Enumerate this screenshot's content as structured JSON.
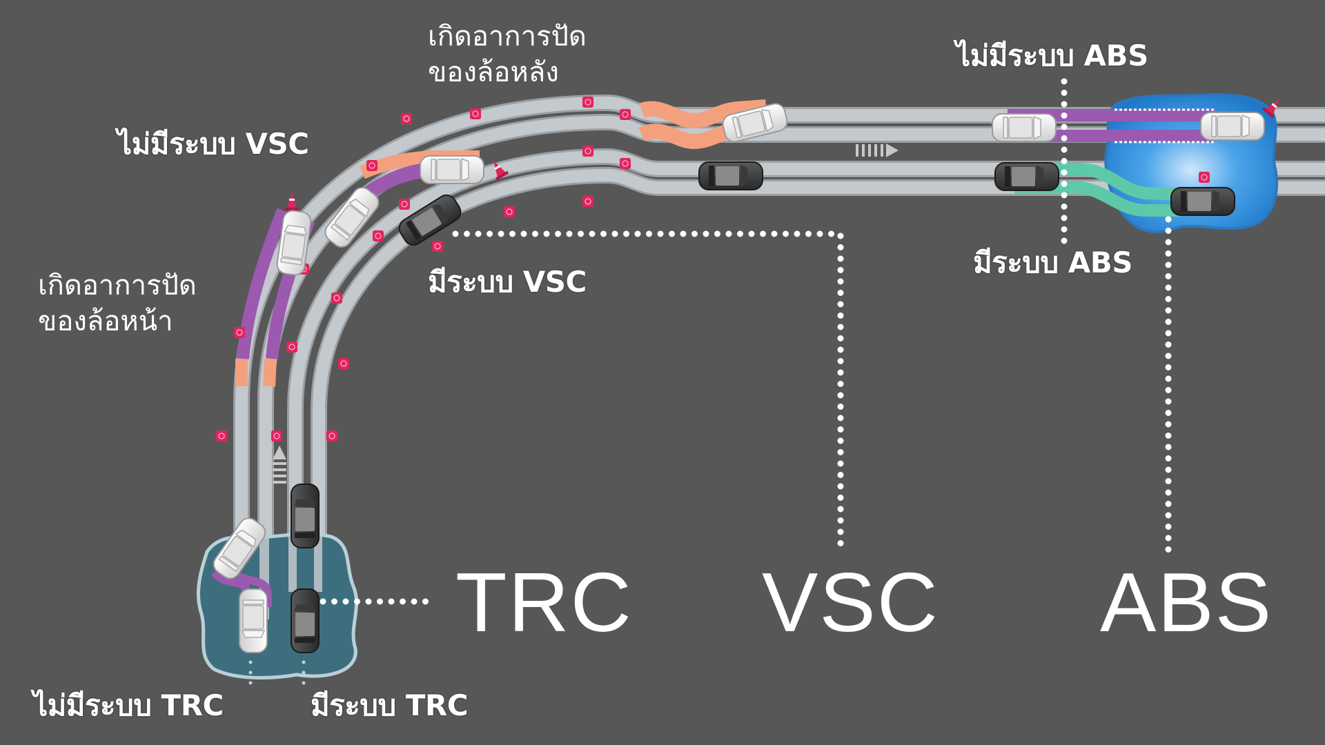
{
  "diagram": {
    "background_color": "#575757",
    "colors": {
      "road": "#c3c9cd",
      "road_edge": "#9aa0a4",
      "purple_track": "#9b59b0",
      "orange_track": "#f4a07e",
      "teal_track": "#5ec9a8",
      "marker": "#e0245e",
      "trc_pond": "#3d6e7e",
      "abs_pond": "#2d8fd8",
      "dots": "#ffffff"
    },
    "systems": [
      {
        "id": "trc",
        "label": "TRC"
      },
      {
        "id": "vsc",
        "label": "VSC"
      },
      {
        "id": "abs",
        "label": "ABS"
      }
    ],
    "labels": {
      "without_vsc": "ไม่มีระบบ VSC",
      "with_vsc": "มีระบบ VSC",
      "without_abs": "ไม่มีระบบ ABS",
      "with_abs": "มีระบบ ABS",
      "without_trc": "ไม่มีระบบ TRC",
      "with_trc": "มีระบบ TRC",
      "front_skid_line1": "เกิดอาการปัด",
      "front_skid_line2": "ของล้อหน้า",
      "rear_skid_line1": "เกิดอาการปัด",
      "rear_skid_line2": "ของล้อหลัง"
    },
    "icons": {
      "car_without_system": "white-car-icon",
      "car_with_system": "black-car-icon",
      "traffic_cone": "traffic-cone-icon",
      "direction_arrow": "direction-arrow-icon",
      "road_marker": "road-marker-icon"
    }
  }
}
